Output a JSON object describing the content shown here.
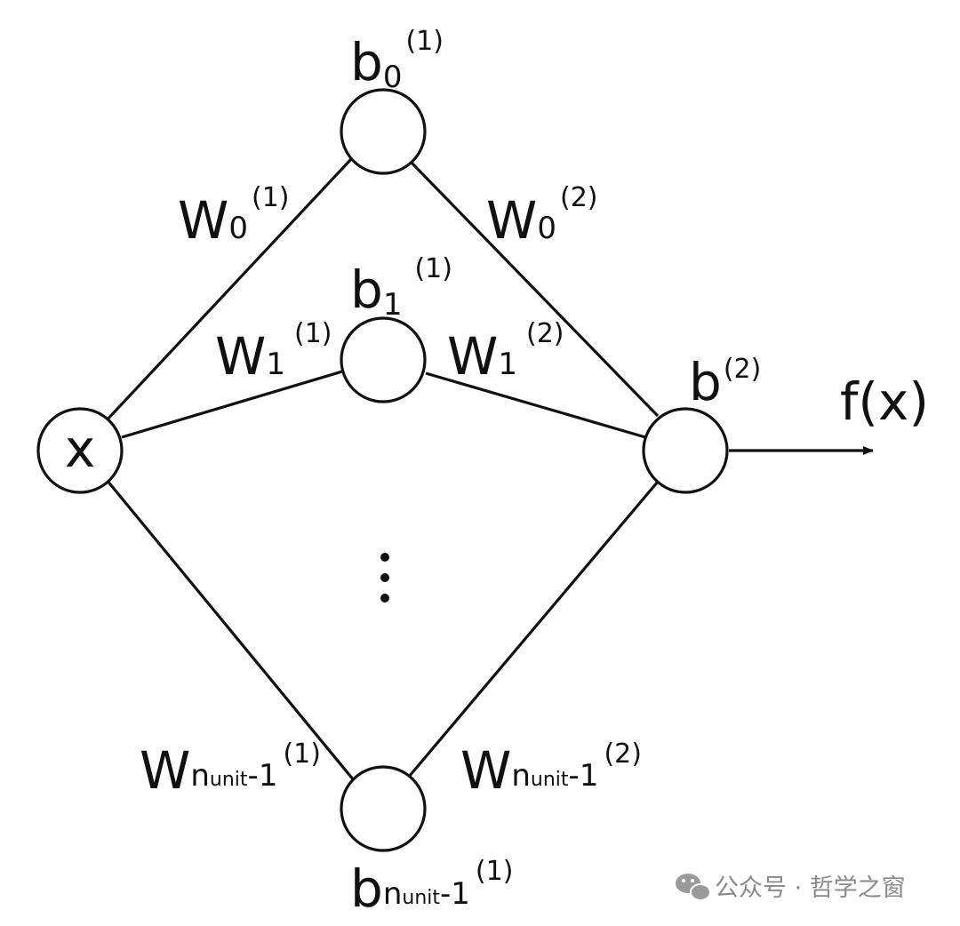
{
  "nodes": {
    "input": {
      "label": "x"
    },
    "output_bias": {
      "base": "b",
      "sup": "(2)"
    },
    "hidden": [
      {
        "base": "b",
        "sub": "0",
        "sup": "(1)"
      },
      {
        "base": "b",
        "sub": "1",
        "sup": "(1)"
      },
      {
        "base": "b",
        "sub": "n",
        "subsub": "unit",
        "subtail": "-1",
        "sup": "(1)"
      }
    ]
  },
  "weights": {
    "layer1": [
      {
        "base": "W",
        "sub": "0",
        "sup": "(1)"
      },
      {
        "base": "W",
        "sub": "1",
        "sup": "(1)"
      },
      {
        "base": "W",
        "sub": "n",
        "subsub": "unit",
        "subtail": "-1",
        "sup": "(1)"
      }
    ],
    "layer2": [
      {
        "base": "W",
        "sub": "0",
        "sup": "(2)"
      },
      {
        "base": "W",
        "sub": "1",
        "sup": "(2)"
      },
      {
        "base": "W",
        "sub": "n",
        "subsub": "unit",
        "subtail": "-1",
        "sup": "(2)"
      }
    ]
  },
  "output": {
    "label": "f(x)"
  },
  "watermark": {
    "text": "公众号 · 哲学之窗",
    "icon": "wechat-icon"
  }
}
